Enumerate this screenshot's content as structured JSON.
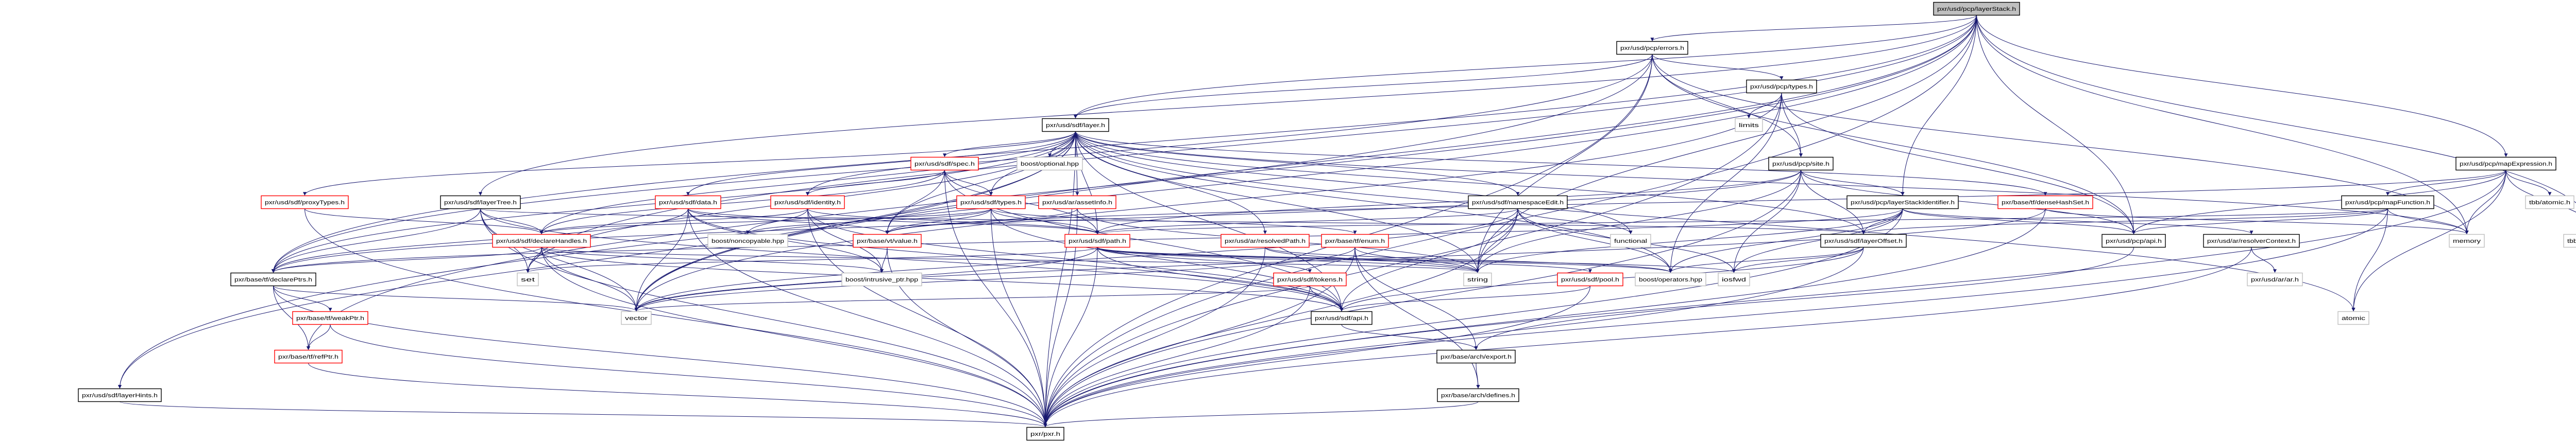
{
  "title": "pxr/usd/pcp/layerStack.h",
  "colors": {
    "edge": "#191970",
    "root_fill": "#bfbfbf",
    "truncated": "#ff0000",
    "external": "#bfbfbf",
    "documented": "#000000"
  },
  "nodes": [
    {
      "id": "layerStack",
      "label": "pxr/usd/pcp/layerStack.h",
      "kind": "root"
    },
    {
      "id": "pcpErrors",
      "label": "pxr/usd/pcp/errors.h",
      "kind": "doc"
    },
    {
      "id": "pcpTypes",
      "label": "pxr/usd/pcp/types.h",
      "kind": "doc"
    },
    {
      "id": "limits",
      "label": "limits",
      "kind": "ext"
    },
    {
      "id": "sdfLayer",
      "label": "pxr/usd/sdf/layer.h",
      "kind": "doc"
    },
    {
      "id": "pcpSite",
      "label": "pxr/usd/pcp/site.h",
      "kind": "doc"
    },
    {
      "id": "spec",
      "label": "pxr/usd/sdf/spec.h",
      "kind": "trunc"
    },
    {
      "id": "optional",
      "label": "boost/optional.hpp",
      "kind": "ext"
    },
    {
      "id": "mapExpression",
      "label": "pxr/usd/pcp/mapExpression.h",
      "kind": "doc"
    },
    {
      "id": "proxyTypes",
      "label": "pxr/usd/sdf/proxyTypes.h",
      "kind": "trunc"
    },
    {
      "id": "layerTree",
      "label": "pxr/usd/sdf/layerTree.h",
      "kind": "doc"
    },
    {
      "id": "sdfData",
      "label": "pxr/usd/sdf/data.h",
      "kind": "trunc"
    },
    {
      "id": "identity",
      "label": "pxr/usd/sdf/identity.h",
      "kind": "trunc"
    },
    {
      "id": "sdfTypes",
      "label": "pxr/usd/sdf/types.h",
      "kind": "trunc"
    },
    {
      "id": "assetInfo",
      "label": "pxr/usd/ar/assetInfo.h",
      "kind": "trunc"
    },
    {
      "id": "namespaceEdit",
      "label": "pxr/usd/sdf/namespaceEdit.h",
      "kind": "doc"
    },
    {
      "id": "layerStackId",
      "label": "pxr/usd/pcp/layerStackIdentifier.h",
      "kind": "doc"
    },
    {
      "id": "denseHashSet",
      "label": "pxr/base/tf/denseHashSet.h",
      "kind": "trunc"
    },
    {
      "id": "mapFunction",
      "label": "pxr/usd/pcp/mapFunction.h",
      "kind": "doc"
    },
    {
      "id": "tbbAtomic",
      "label": "tbb/atomic.h",
      "kind": "ext"
    },
    {
      "id": "declareHandles",
      "label": "pxr/usd/sdf/declareHandles.h",
      "kind": "trunc"
    },
    {
      "id": "noncopyable",
      "label": "boost/noncopyable.hpp",
      "kind": "ext"
    },
    {
      "id": "vtValue",
      "label": "pxr/base/vt/value.h",
      "kind": "trunc"
    },
    {
      "id": "sdfPath",
      "label": "pxr/usd/sdf/path.h",
      "kind": "trunc"
    },
    {
      "id": "resolvedPath",
      "label": "pxr/usd/ar/resolvedPath.h",
      "kind": "trunc"
    },
    {
      "id": "tfEnum",
      "label": "pxr/base/tf/enum.h",
      "kind": "trunc"
    },
    {
      "id": "functional",
      "label": "functional",
      "kind": "ext"
    },
    {
      "id": "layerOffset",
      "label": "pxr/usd/sdf/layerOffset.h",
      "kind": "doc"
    },
    {
      "id": "pcpApi",
      "label": "pxr/usd/pcp/api.h",
      "kind": "doc"
    },
    {
      "id": "resolverContext",
      "label": "pxr/usd/ar/resolverContext.h",
      "kind": "doc"
    },
    {
      "id": "memory",
      "label": "memory",
      "kind": "ext"
    },
    {
      "id": "spinMutex",
      "label": "tbb/spin_mutex.h",
      "kind": "ext"
    },
    {
      "id": "declarePtrs",
      "label": "pxr/base/tf/declarePtrs.h",
      "kind": "doc"
    },
    {
      "id": "set",
      "label": "set",
      "kind": "ext"
    },
    {
      "id": "intrusivePtr",
      "label": "boost/intrusive_ptr.hpp",
      "kind": "ext"
    },
    {
      "id": "sdfTokens",
      "label": "pxr/usd/sdf/tokens.h",
      "kind": "trunc"
    },
    {
      "id": "string",
      "label": "string",
      "kind": "ext"
    },
    {
      "id": "pool",
      "label": "pxr/usd/sdf/pool.h",
      "kind": "trunc"
    },
    {
      "id": "operators",
      "label": "boost/operators.hpp",
      "kind": "ext"
    },
    {
      "id": "iosfwd",
      "label": "iosfwd",
      "kind": "ext"
    },
    {
      "id": "arAr",
      "label": "pxr/usd/ar/ar.h",
      "kind": "ext"
    },
    {
      "id": "vector",
      "label": "vector",
      "kind": "ext"
    },
    {
      "id": "weakPtr",
      "label": "pxr/base/tf/weakPtr.h",
      "kind": "trunc"
    },
    {
      "id": "sdfApi",
      "label": "pxr/usd/sdf/api.h",
      "kind": "doc"
    },
    {
      "id": "atomic",
      "label": "atomic",
      "kind": "ext"
    },
    {
      "id": "refPtr",
      "label": "pxr/base/tf/refPtr.h",
      "kind": "trunc"
    },
    {
      "id": "archExport",
      "label": "pxr/base/arch/export.h",
      "kind": "doc"
    },
    {
      "id": "layerHints",
      "label": "pxr/usd/sdf/layerHints.h",
      "kind": "doc"
    },
    {
      "id": "archDefines",
      "label": "pxr/base/arch/defines.h",
      "kind": "doc"
    },
    {
      "id": "pxr",
      "label": "pxr/pxr.h",
      "kind": "doc"
    }
  ],
  "edges": [
    [
      "layerStack",
      "pcpErrors"
    ],
    [
      "layerStack",
      "sdfLayer"
    ],
    [
      "layerStack",
      "layerTree"
    ],
    [
      "layerStack",
      "declarePtrs"
    ],
    [
      "layerStack",
      "layerStackId"
    ],
    [
      "layerStack",
      "mapExpression"
    ],
    [
      "layerStack",
      "pcpApi"
    ],
    [
      "layerStack",
      "memory"
    ],
    [
      "layerStack",
      "spinMutex"
    ],
    [
      "layerStack",
      "vector"
    ],
    [
      "layerStack",
      "pxr"
    ],
    [
      "layerStack",
      "layerHints"
    ],
    [
      "layerStack",
      "string"
    ],
    [
      "layerStack",
      "set"
    ],
    [
      "layerStack",
      "refPtr"
    ],
    [
      "pcpErrors",
      "pcpTypes"
    ],
    [
      "pcpErrors",
      "pcpSite"
    ],
    [
      "pcpErrors",
      "pcpApi"
    ],
    [
      "pcpErrors",
      "declarePtrs"
    ],
    [
      "pcpErrors",
      "vector"
    ],
    [
      "pcpErrors",
      "string"
    ],
    [
      "pcpErrors",
      "memory"
    ],
    [
      "pcpErrors",
      "pxr"
    ],
    [
      "pcpErrors",
      "sdfLayer"
    ],
    [
      "pcpTypes",
      "limits"
    ],
    [
      "pcpTypes",
      "pcpSite"
    ],
    [
      "pcpTypes",
      "pcpApi"
    ],
    [
      "pcpTypes",
      "operators"
    ],
    [
      "pcpTypes",
      "vector"
    ],
    [
      "pcpTypes",
      "pxr"
    ],
    [
      "pcpSite",
      "layerStackId"
    ],
    [
      "pcpSite",
      "sdfPath"
    ],
    [
      "pcpSite",
      "pcpApi"
    ],
    [
      "pcpSite",
      "declarePtrs"
    ],
    [
      "pcpSite",
      "string"
    ],
    [
      "pcpSite",
      "iosfwd"
    ],
    [
      "pcpSite",
      "layerOffset"
    ],
    [
      "pcpSite",
      "pxr"
    ],
    [
      "layerStackId",
      "layerOffset"
    ],
    [
      "layerStackId",
      "resolverContext"
    ],
    [
      "layerStackId",
      "pcpApi"
    ],
    [
      "layerStackId",
      "declarePtrs"
    ],
    [
      "layerStackId",
      "iosfwd"
    ],
    [
      "layerStackId",
      "string"
    ],
    [
      "layerStackId",
      "operators"
    ],
    [
      "layerStackId",
      "pxr"
    ],
    [
      "mapExpression",
      "mapFunction"
    ],
    [
      "mapExpression",
      "tbbAtomic"
    ],
    [
      "mapExpression",
      "memory"
    ],
    [
      "mapExpression",
      "spinMutex"
    ],
    [
      "mapExpression",
      "atomic"
    ],
    [
      "mapExpression",
      "pcpApi"
    ],
    [
      "mapExpression",
      "vtValue"
    ],
    [
      "mapExpression",
      "pxr"
    ],
    [
      "mapFunction",
      "memory"
    ],
    [
      "mapFunction",
      "atomic"
    ],
    [
      "mapFunction",
      "pcpApi"
    ],
    [
      "mapFunction",
      "sdfPath"
    ],
    [
      "mapFunction",
      "layerOffset"
    ],
    [
      "mapFunction",
      "pxr"
    ],
    [
      "resolverContext",
      "arAr"
    ],
    [
      "resolverContext",
      "pxr"
    ],
    [
      "pcpApi",
      "archExport"
    ],
    [
      "sdfLayer",
      "spec"
    ],
    [
      "sdfLayer",
      "optional"
    ],
    [
      "sdfLayer",
      "sdfData"
    ],
    [
      "sdfLayer",
      "identity"
    ],
    [
      "sdfLayer",
      "sdfTypes"
    ],
    [
      "sdfLayer",
      "assetInfo"
    ],
    [
      "sdfLayer",
      "sdfPath"
    ],
    [
      "sdfLayer",
      "resolvedPath"
    ],
    [
      "sdfLayer",
      "namespaceEdit"
    ],
    [
      "sdfLayer",
      "layerOffset"
    ],
    [
      "sdfLayer",
      "declareHandles"
    ],
    [
      "sdfLayer",
      "proxyTypes"
    ],
    [
      "sdfLayer",
      "layerHints"
    ],
    [
      "sdfLayer",
      "declarePtrs"
    ],
    [
      "sdfLayer",
      "vtValue"
    ],
    [
      "sdfLayer",
      "sdfApi"
    ],
    [
      "sdfLayer",
      "pxr"
    ],
    [
      "sdfLayer",
      "vector"
    ],
    [
      "sdfLayer",
      "set"
    ],
    [
      "sdfLayer",
      "string"
    ],
    [
      "sdfLayer",
      "memory"
    ],
    [
      "sdfLayer",
      "atomic"
    ],
    [
      "sdfLayer",
      "functional"
    ],
    [
      "sdfLayer",
      "denseHashSet"
    ],
    [
      "sdfLayer",
      "operators"
    ],
    [
      "layerTree",
      "declareHandles"
    ],
    [
      "layerTree",
      "declarePtrs"
    ],
    [
      "layerTree",
      "layerOffset"
    ],
    [
      "layerTree",
      "vector"
    ],
    [
      "layerTree",
      "set"
    ],
    [
      "layerTree",
      "sdfApi"
    ],
    [
      "layerTree",
      "pxr"
    ],
    [
      "proxyTypes",
      "declareHandles"
    ],
    [
      "proxyTypes",
      "pxr"
    ],
    [
      "declareHandles",
      "declarePtrs"
    ],
    [
      "declareHandles",
      "set"
    ],
    [
      "declareHandles",
      "vector"
    ],
    [
      "declareHandles",
      "intrusivePtr"
    ],
    [
      "declareHandles",
      "sdfApi"
    ],
    [
      "declareHandles",
      "pxr"
    ],
    [
      "declareHandles",
      "string"
    ],
    [
      "declarePtrs",
      "weakPtr"
    ],
    [
      "declarePtrs",
      "refPtr"
    ],
    [
      "declarePtrs",
      "vector"
    ],
    [
      "declarePtrs",
      "pxr"
    ],
    [
      "weakPtr",
      "refPtr"
    ],
    [
      "weakPtr",
      "pxr"
    ],
    [
      "refPtr",
      "pxr"
    ],
    [
      "layerHints",
      "pxr"
    ],
    [
      "spec",
      "identity"
    ],
    [
      "spec",
      "sdfTypes"
    ],
    [
      "spec",
      "vtValue"
    ],
    [
      "spec",
      "declareHandles"
    ],
    [
      "spec",
      "sdfPath"
    ],
    [
      "spec",
      "sdfApi"
    ],
    [
      "spec",
      "pxr"
    ],
    [
      "sdfData",
      "sdfPath"
    ],
    [
      "sdfData",
      "vtValue"
    ],
    [
      "sdfData",
      "intrusivePtr"
    ],
    [
      "sdfData",
      "declarePtrs"
    ],
    [
      "sdfData",
      "sdfApi"
    ],
    [
      "sdfData",
      "vector"
    ],
    [
      "sdfData",
      "pxr"
    ],
    [
      "identity",
      "noncopyable"
    ],
    [
      "identity",
      "intrusivePtr"
    ],
    [
      "identity",
      "sdfPath"
    ],
    [
      "identity",
      "declareHandles"
    ],
    [
      "identity",
      "sdfApi"
    ],
    [
      "identity",
      "pxr"
    ],
    [
      "sdfTypes",
      "vtValue"
    ],
    [
      "sdfTypes",
      "sdfPath"
    ],
    [
      "sdfTypes",
      "tfEnum"
    ],
    [
      "sdfTypes",
      "declareHandles"
    ],
    [
      "sdfTypes",
      "sdfApi"
    ],
    [
      "sdfTypes",
      "noncopyable"
    ],
    [
      "sdfTypes",
      "pxr"
    ],
    [
      "assetInfo",
      "vtValue"
    ],
    [
      "assetInfo",
      "string"
    ],
    [
      "assetInfo",
      "pxr"
    ],
    [
      "vtValue",
      "intrusivePtr"
    ],
    [
      "vtValue",
      "pxr"
    ],
    [
      "sdfPath",
      "pool"
    ],
    [
      "sdfPath",
      "sdfTokens"
    ],
    [
      "sdfPath",
      "operators"
    ],
    [
      "sdfPath",
      "sdfApi"
    ],
    [
      "sdfPath",
      "string"
    ],
    [
      "sdfPath",
      "iosfwd"
    ],
    [
      "sdfPath",
      "set"
    ],
    [
      "sdfPath",
      "vector"
    ],
    [
      "sdfPath",
      "pxr"
    ],
    [
      "resolvedPath",
      "string"
    ],
    [
      "resolvedPath",
      "operators"
    ],
    [
      "resolvedPath",
      "pxr"
    ],
    [
      "tfEnum",
      "string"
    ],
    [
      "tfEnum",
      "vector"
    ],
    [
      "tfEnum",
      "archExport"
    ],
    [
      "tfEnum",
      "archDefines"
    ],
    [
      "tfEnum",
      "pxr"
    ],
    [
      "sdfTokens",
      "sdfApi"
    ],
    [
      "sdfTokens",
      "vector"
    ],
    [
      "sdfTokens",
      "pxr"
    ],
    [
      "sdfApi",
      "archExport"
    ],
    [
      "archExport",
      "archDefines"
    ],
    [
      "archDefines",
      "pxr"
    ],
    [
      "namespaceEdit",
      "functional"
    ],
    [
      "namespaceEdit",
      "string"
    ],
    [
      "namespaceEdit",
      "operators"
    ],
    [
      "namespaceEdit",
      "iosfwd"
    ],
    [
      "namespaceEdit",
      "sdfPath"
    ],
    [
      "namespaceEdit",
      "sdfApi"
    ],
    [
      "namespaceEdit",
      "vector"
    ],
    [
      "namespaceEdit",
      "pxr"
    ],
    [
      "layerOffset",
      "operators"
    ],
    [
      "layerOffset",
      "iosfwd"
    ],
    [
      "layerOffset",
      "sdfApi"
    ],
    [
      "layerOffset",
      "pxr"
    ],
    [
      "pool",
      "sdfApi"
    ],
    [
      "pool",
      "pxr"
    ],
    [
      "denseHashSet",
      "vector"
    ],
    [
      "denseHashSet",
      "memory"
    ],
    [
      "denseHashSet",
      "pxr"
    ]
  ]
}
